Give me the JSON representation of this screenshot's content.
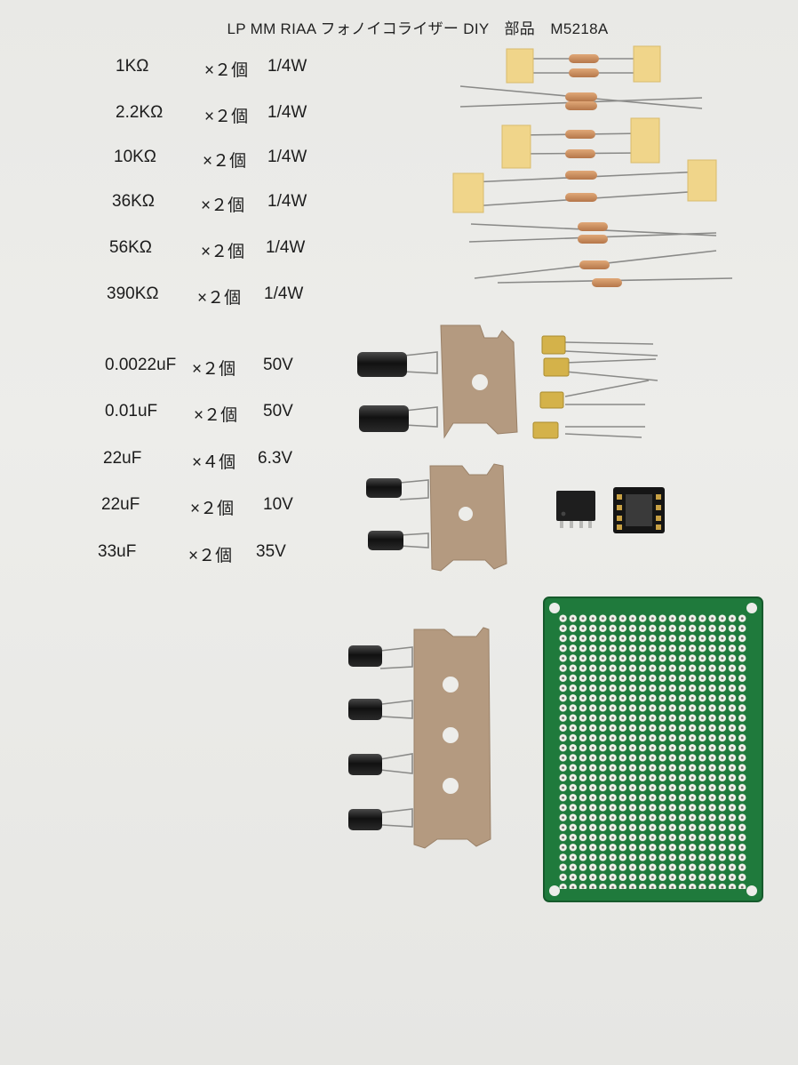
{
  "title": "LP MM RIAA フォノイコライザー DIY　部品　M5218A",
  "resistors": [
    {
      "value": "1KΩ",
      "qty": "×２個",
      "rating": "1/4W"
    },
    {
      "value": "2.2KΩ",
      "qty": "×２個",
      "rating": "1/4W"
    },
    {
      "value": "10KΩ",
      "qty": "×２個",
      "rating": "1/4W"
    },
    {
      "value": "36KΩ",
      "qty": "×２個",
      "rating": "1/4W"
    },
    {
      "value": "56KΩ",
      "qty": "×２個",
      "rating": "1/4W"
    },
    {
      "value": "390KΩ",
      "qty": "×２個",
      "rating": "1/4W"
    }
  ],
  "capacitors": [
    {
      "value": "0.0022uF",
      "qty": "×２個",
      "rating": "50V"
    },
    {
      "value": "0.01uF",
      "qty": "×２個",
      "rating": "50V"
    },
    {
      "value": "22uF",
      "qty": "×４個",
      "rating": "6.3V"
    },
    {
      "value": "22uF",
      "qty": "×２個",
      "rating": "10V"
    },
    {
      "value": "33uF",
      "qty": "×２個",
      "rating": "35V"
    }
  ],
  "colors": {
    "paper": "#ebebe8",
    "tape": "#f0d58a",
    "cardboard": "#b49a80",
    "capacitor_body": "#1b1b1b",
    "pcb_green": "#1f7a3c",
    "pcb_pad": "#f2f2ec",
    "resistor_body": "#c98a5a",
    "film_cap": "#d4b24a"
  }
}
